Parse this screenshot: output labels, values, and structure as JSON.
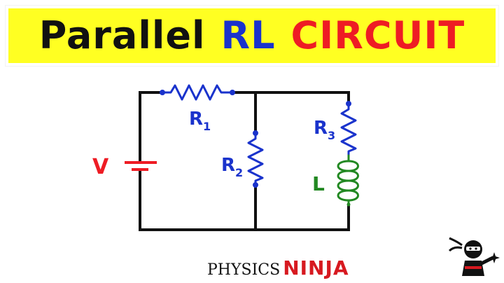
{
  "title": {
    "word1": "Parallel",
    "word2": "RL",
    "word3": "CIRCUIT"
  },
  "circuit": {
    "source_label": "V",
    "r1": {
      "base": "R",
      "sub": "1"
    },
    "r2": {
      "base": "R",
      "sub": "2"
    },
    "r3": {
      "base": "R",
      "sub": "3"
    },
    "inductor_label": "L"
  },
  "brand": {
    "physics": "PHYSICS",
    "ninja": "NINJA"
  },
  "colors": {
    "banner_bg": "#ffff22",
    "title_black": "#111111",
    "title_blue": "#1a33cc",
    "title_red": "#ee1c24",
    "wire": "#111111",
    "component_blue": "#1a33cc",
    "source_red": "#ee1c24",
    "inductor_green": "#228822",
    "brand_red": "#d71920"
  },
  "icons": {
    "logo": "ninja-mascot-icon"
  }
}
